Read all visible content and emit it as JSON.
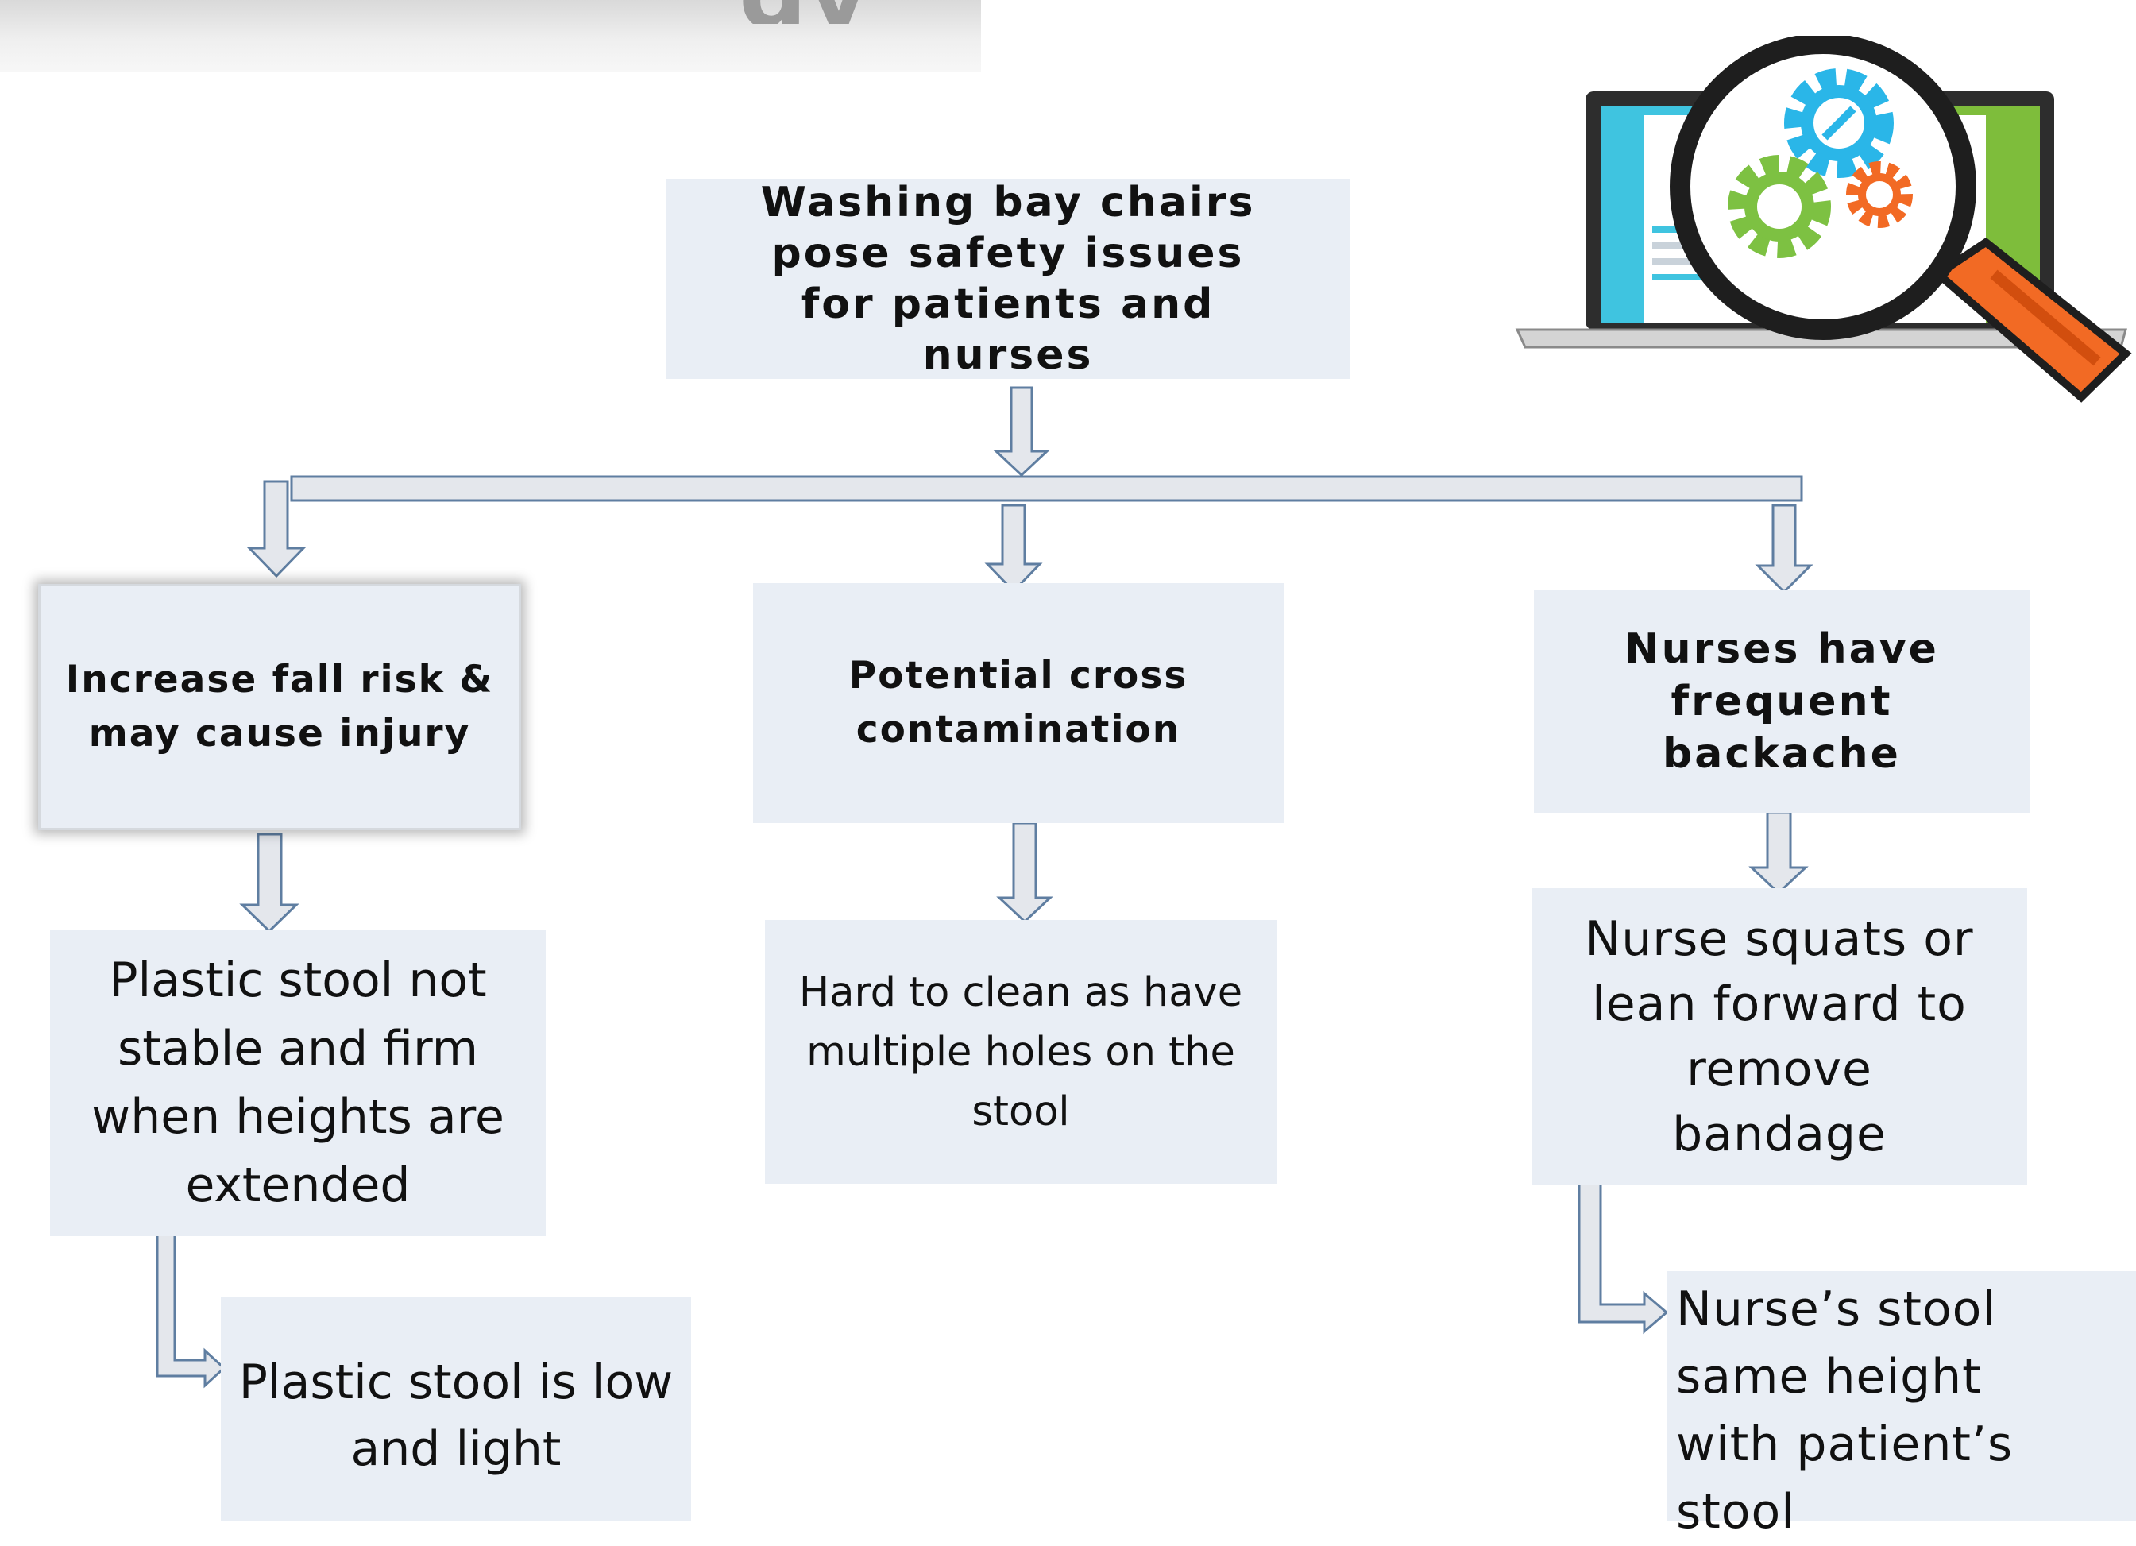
{
  "diagram": {
    "root": "Washing bay chairs\npose safety issues\nfor patients and\nnurses",
    "branches": [
      {
        "effect": "Increase fall risk &\nmay cause injury",
        "cause": "Plastic stool not\nstable and firm\nwhen heights are\nextended",
        "sub_cause": "Plastic stool is low\nand light"
      },
      {
        "effect": "Potential cross\ncontamination",
        "cause": "Hard to clean as have\nmultiple holes on the\nstool"
      },
      {
        "effect": "Nurses have\nfrequent\nbackache",
        "cause": "Nurse squats or\nlean forward to\nremove\nbandage",
        "sub_cause": "Nurse’s stool\nsame height\nwith patient’s\nstool"
      }
    ]
  },
  "illustration": {
    "icon": "laptop-magnifier-gears-icon"
  },
  "colors": {
    "box_fill": "#e9eef5",
    "arrow_fill": "#e4e7ec",
    "arrow_stroke": "#5f7ea1",
    "gear_blue": "#2ab6e8",
    "gear_green": "#7dc142",
    "gear_orange": "#f26a24",
    "handle_orange": "#f26a24"
  }
}
